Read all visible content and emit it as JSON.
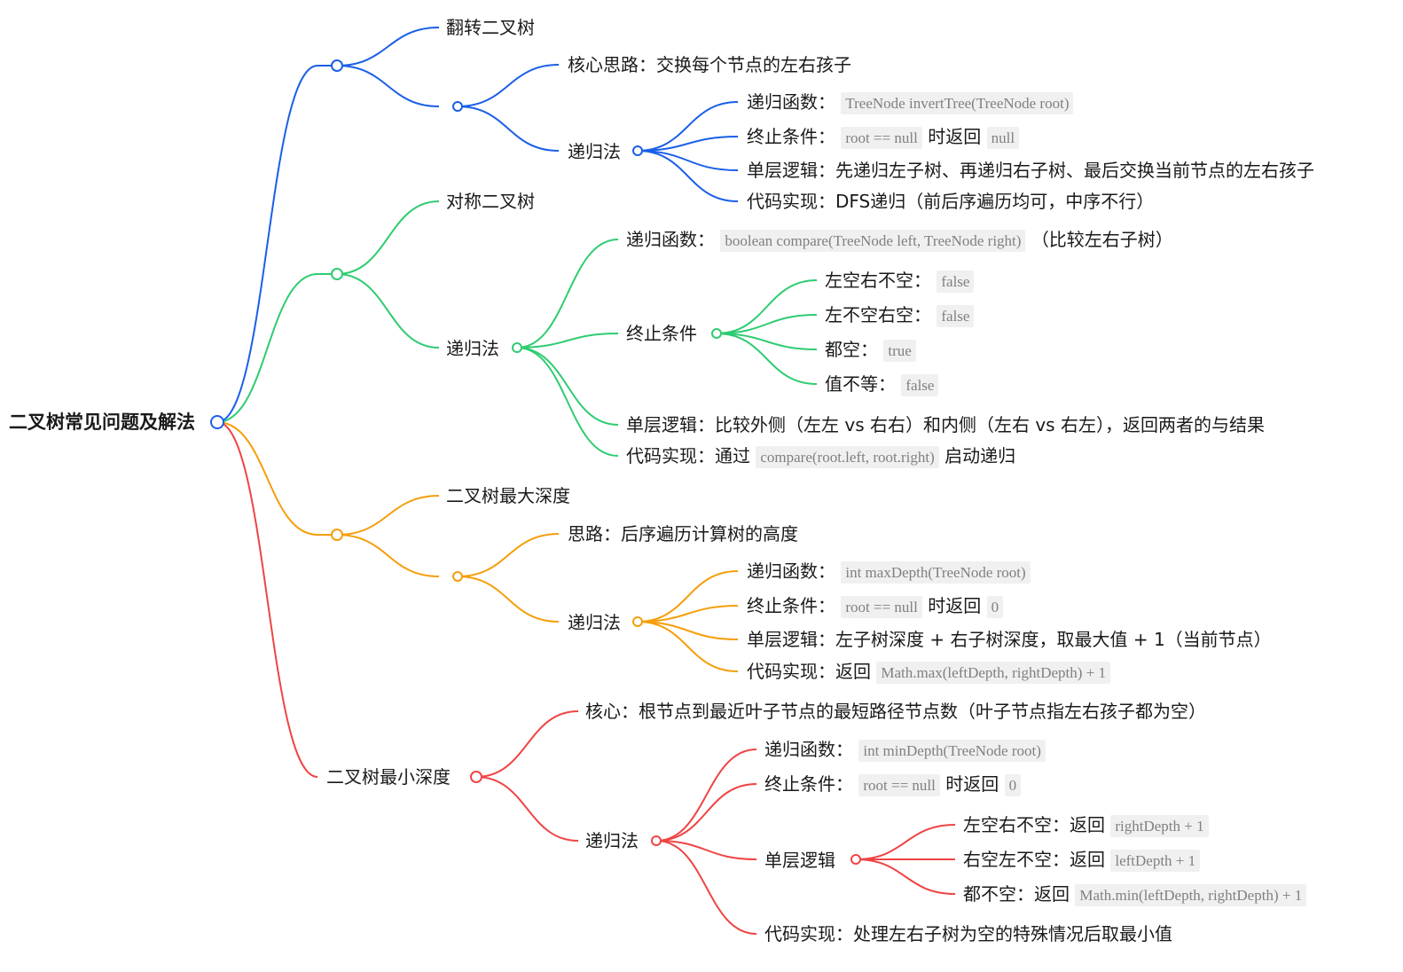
{
  "root": {
    "label": "二叉树常见问题及解法",
    "color": "#1f6feb"
  },
  "colors": {
    "blue": "#1a5fe8",
    "green": "#2ecc71",
    "orange": "#f59e0b",
    "red": "#ef4444"
  },
  "nodes": {
    "invert_title": "翻转二叉树",
    "invert_core": "核心思路：交换每个节点的左右孩子",
    "invert_recursion": "递归法",
    "invert_func_label": "递归函数：",
    "invert_func_code": "TreeNode invertTree(TreeNode root)",
    "invert_term_label": "终止条件：",
    "invert_term_code": "root == null",
    "invert_term_mid": "时返回",
    "invert_term_code2": "null",
    "invert_logic": "单层逻辑：先递归左子树、再递归右子树、最后交换当前节点的左右孩子",
    "invert_impl": "代码实现：DFS递归（前后序遍历均可，中序不行）",
    "sym_title": "对称二叉树",
    "sym_recursion": "递归法",
    "sym_func_label": "递归函数：",
    "sym_func_code": "boolean compare(TreeNode left, TreeNode right)",
    "sym_func_suffix": "（比较左右子树）",
    "sym_term": "终止条件",
    "sym_t1_label": "左空右不空：",
    "sym_t1_code": "false",
    "sym_t2_label": "左不空右空：",
    "sym_t2_code": "false",
    "sym_t3_label": "都空：",
    "sym_t3_code": "true",
    "sym_t4_label": "值不等：",
    "sym_t4_code": "false",
    "sym_logic": "单层逻辑：比较外侧（左左 vs 右右）和内侧（左右 vs 右左），返回两者的与结果",
    "sym_impl_label": "代码实现：通过",
    "sym_impl_code": "compare(root.left, root.right)",
    "sym_impl_suffix": "启动递归",
    "max_title": "二叉树最大深度",
    "max_idea": "思路：后序遍历计算树的高度",
    "max_recursion": "递归法",
    "max_func_label": "递归函数：",
    "max_func_code": "int maxDepth(TreeNode root)",
    "max_term_label": "终止条件：",
    "max_term_code": "root == null",
    "max_term_mid": "时返回",
    "max_term_code2": "0",
    "max_logic": "单层逻辑：左子树深度 + 右子树深度，取最大值 + 1（当前节点）",
    "max_impl_label": "代码实现：返回",
    "max_impl_code": "Math.max(leftDepth, rightDepth) + 1",
    "min_title": "二叉树最小深度",
    "min_core": "核心：根节点到最近叶子节点的最短路径节点数（叶子节点指左右孩子都为空）",
    "min_recursion": "递归法",
    "min_func_label": "递归函数：",
    "min_func_code": "int minDepth(TreeNode root)",
    "min_term_label": "终止条件：",
    "min_term_code": "root == null",
    "min_term_mid": "时返回",
    "min_term_code2": "0",
    "min_logic": "单层逻辑",
    "min_l1_label": "左空右不空：返回",
    "min_l1_code": "rightDepth + 1",
    "min_l2_label": "右空左不空：返回",
    "min_l2_code": "leftDepth + 1",
    "min_l3_label": "都不空：返回",
    "min_l3_code": "Math.min(leftDepth, rightDepth) + 1",
    "min_impl": "代码实现：处理左右子树为空的特殊情况后取最小值"
  }
}
